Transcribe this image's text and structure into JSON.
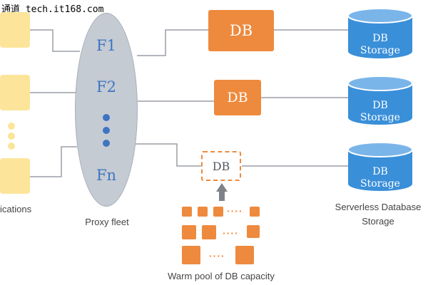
{
  "watermark": "通道 tech.it168.com",
  "applications": {
    "caption": "ications"
  },
  "proxy": {
    "caption": "Proxy fleet",
    "labels": [
      "F1",
      "F2",
      "Fn"
    ]
  },
  "db_instances": {
    "label_1": "DB",
    "label_2": "DB",
    "label_warm": "DB"
  },
  "warm_pool": {
    "caption": "Warm pool of DB capacity"
  },
  "storage": {
    "cylinder_line1": "DB",
    "cylinder_line2": "Storage",
    "caption_line1": "Serverless Database",
    "caption_line2": "Storage"
  },
  "colors": {
    "app_yellow": "#fce59a",
    "proxy_gray": "#c5cbd3",
    "proxy_text_blue": "#3e75c2",
    "db_orange": "#ee8a3d",
    "storage_blue": "#3a8fd9",
    "arrow_gray": "#7f8288",
    "line_gray": "#9a9ea5"
  }
}
